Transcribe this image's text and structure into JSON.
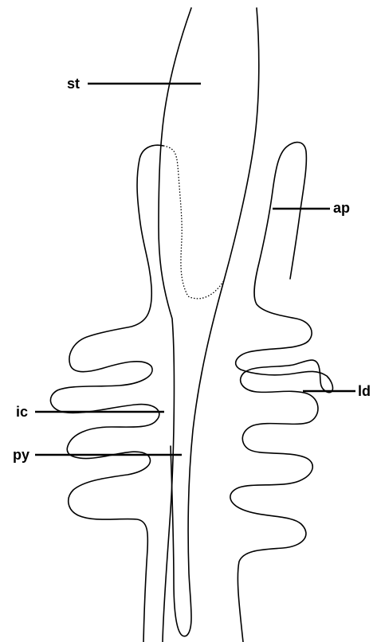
{
  "diagram": {
    "colors": {
      "ink": "#000000",
      "background": "#ffffff"
    },
    "labels": {
      "st": "st",
      "ap": "ap",
      "ld": "ld",
      "ic": "ic",
      "py": "py"
    }
  }
}
